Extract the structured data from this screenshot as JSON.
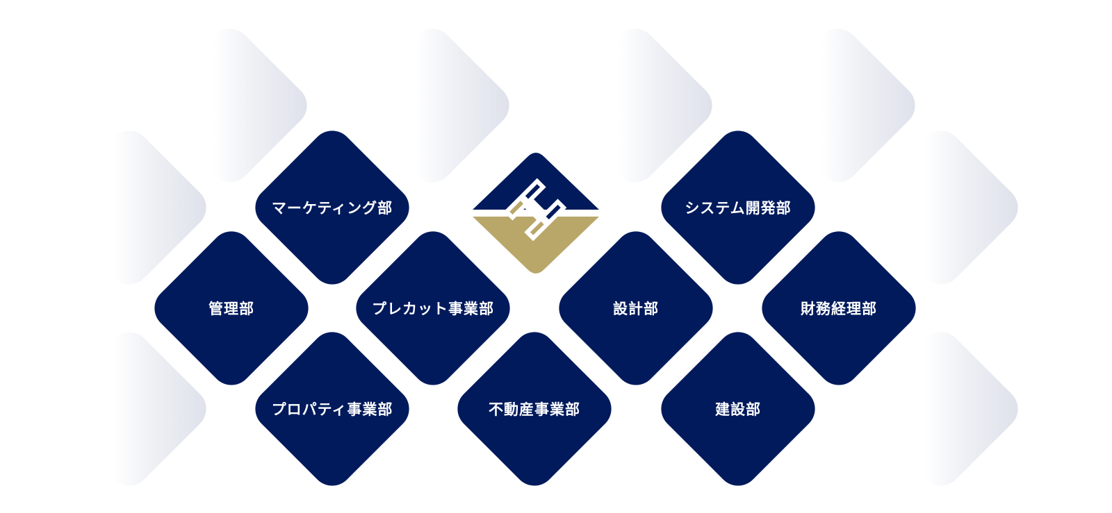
{
  "departments": {
    "marketing": "マーケティング部",
    "management": "管理部",
    "precut": "プレカット事業部",
    "property": "プロパティ事業部",
    "real_estate": "不動産事業部",
    "design": "設計部",
    "system_dev": "システム開発部",
    "finance": "財務経理部",
    "construction": "建設部"
  },
  "logo": {
    "name": "company-logo-icon",
    "colors": {
      "navy": "#001a5c",
      "gold": "#b9a76a"
    }
  },
  "colors": {
    "tile": "#001a5c",
    "tile_text": "#ffffff",
    "ghost": "#d7dbe6",
    "background": "#ffffff"
  }
}
